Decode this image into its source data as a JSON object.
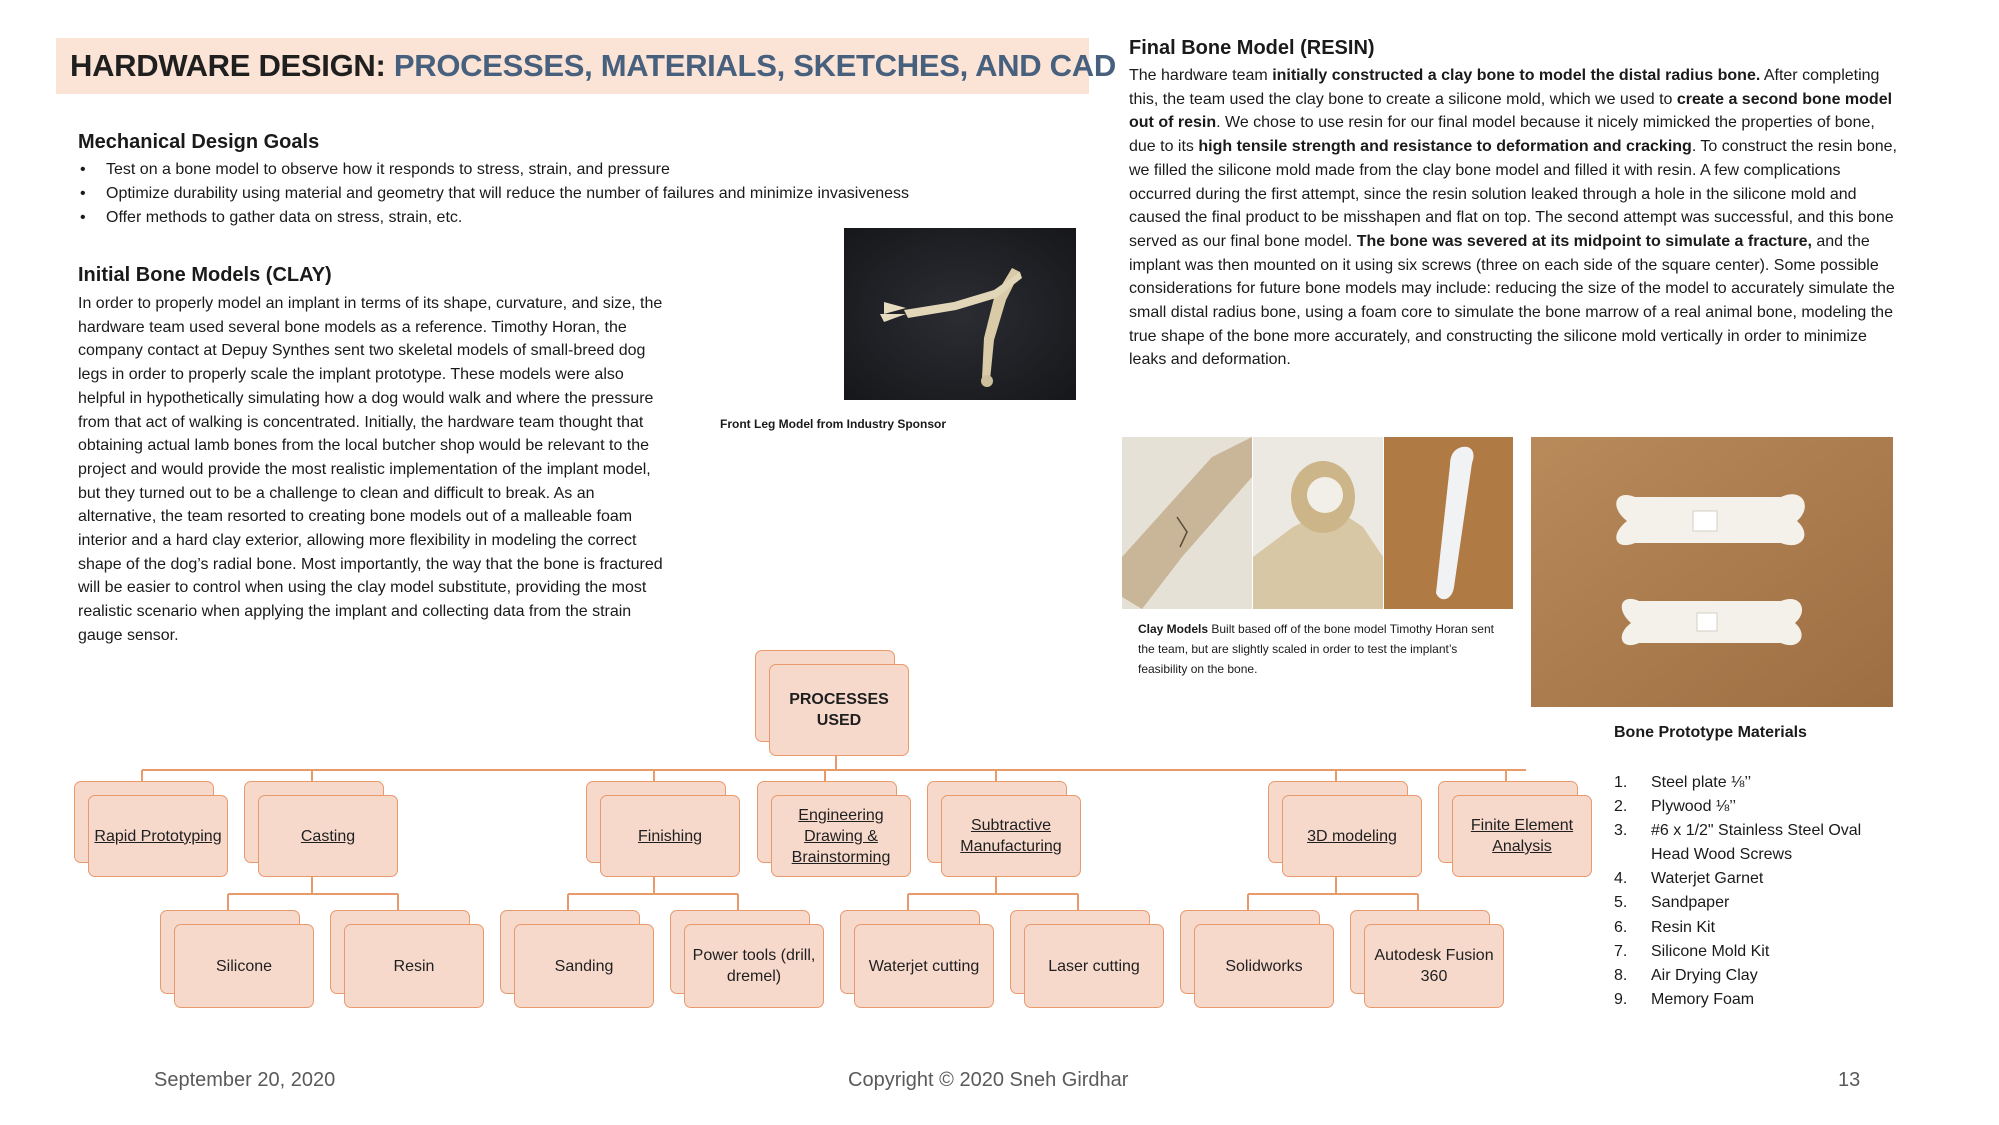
{
  "title": {
    "prefix": "HARDWARE DESIGN:",
    "suffix": "PROCESSES, MATERIALS, SKETCHES, AND CAD"
  },
  "goals": {
    "heading": "Mechanical Design Goals",
    "items": [
      "Test on a bone model to observe how it responds to stress, strain, and pressure",
      "Optimize durability using material and geometry that will reduce the number of failures and minimize invasiveness",
      "Offer methods to gather data on stress, strain, etc."
    ]
  },
  "initial": {
    "heading": "Initial Bone Models (CLAY)",
    "body": "In order to properly model an implant in terms of its shape, curvature, and size, the hardware team used several bone models as a reference. Timothy Horan, the company contact at Depuy Synthes sent two skeletal models of small-breed dog legs in order to properly scale the implant prototype. These models were also helpful in hypothetically simulating how a dog would walk and where the pressure from that act of walking is concentrated. Initially, the hardware team thought that obtaining actual lamb bones from the local butcher shop would be relevant to the project and would provide the most realistic implementation of the implant model, but they turned out to be a challenge to clean and difficult to break. As an alternative, the team resorted to creating bone models out of a malleable foam interior and a hard clay exterior, allowing more flexibility in modeling the correct shape of the dog’s radial bone. Most importantly, the way that the bone is fractured will be easier to control when using the clay model substitute, providing the most realistic scenario when applying the implant and collecting data from the strain gauge sensor."
  },
  "leg_caption": "Front Leg Model from Industry Sponsor",
  "final": {
    "heading": "Final Bone Model (RESIN)",
    "p1": "The hardware team ",
    "b1": "initially constructed a clay bone to model the distal radius bone.",
    "p2": " After completing this, the team used the clay bone to create a silicone mold, which we used to ",
    "b2": "create a second bone model out of resin",
    "p3": ". We chose to use resin for our final model because it nicely mimicked the properties of bone, due to its ",
    "b3": "high tensile strength and resistance to deformation and cracking",
    "p4": ". To construct the resin bone, we filled the silicone mold made from the clay bone model and filled it with resin. A few complications occurred during the first attempt, since the resin solution leaked through a hole in the silicone mold and caused the final product to be misshapen and flat on top. The second attempt was successful, and this bone served as our final bone model. ",
    "b4": "The bone was severed at its midpoint to simulate a fracture,",
    "p5": " and the implant was then mounted on it using six screws (three on each side of the square center). Some possible considerations for future bone models may include: reducing the size of the model to accurately simulate the small distal radius bone, using a foam core to simulate the bone marrow of a real animal bone, modeling the true shape of the bone more accurately, and constructing the silicone mold vertically in order to minimize leaks and deformation."
  },
  "clay_caption": {
    "bold": "Clay Models",
    "text": " Built based off of the bone model Timothy Horan sent the team, but are slightly scaled in order to test the implant’s feasibility on the bone."
  },
  "chart": {
    "root": "PROCESSES USED",
    "l1": [
      "Rapid Prototyping",
      "Casting",
      "Finishing",
      "Engineering Drawing & Brainstorming",
      "Subtractive Manufacturing",
      "3D modeling",
      "Finite Element Analysis"
    ],
    "l2": [
      "Silicone",
      "Resin",
      "Sanding",
      "Power tools (drill, dremel)",
      "Waterjet cutting",
      "Laser cutting",
      "Solidworks",
      "Autodesk Fusion 360"
    ]
  },
  "materials": {
    "heading": "Bone Prototype Materials",
    "items": [
      "Steel plate ⅛’’",
      "Plywood ⅛’’",
      "#6 x 1/2\" Stainless Steel Oval Head Wood Screws",
      "Waterjet Garnet",
      "Sandpaper",
      "Resin Kit",
      "Silicone Mold Kit",
      "Air Drying Clay",
      "Memory Foam"
    ],
    "numbers": [
      "1.",
      "2.",
      "3.",
      "4.",
      "5.",
      "6.",
      "7.",
      "8.",
      "9."
    ]
  },
  "footer": {
    "date": "September 20, 2020",
    "copyright": "Copyright © 2020 Sneh Girdhar",
    "page": "13"
  },
  "colors": {
    "title_band": "#fbe3d6",
    "title_blue": "#46607d",
    "node_fill": "#f7d9cc",
    "node_border": "#e89a6d"
  }
}
